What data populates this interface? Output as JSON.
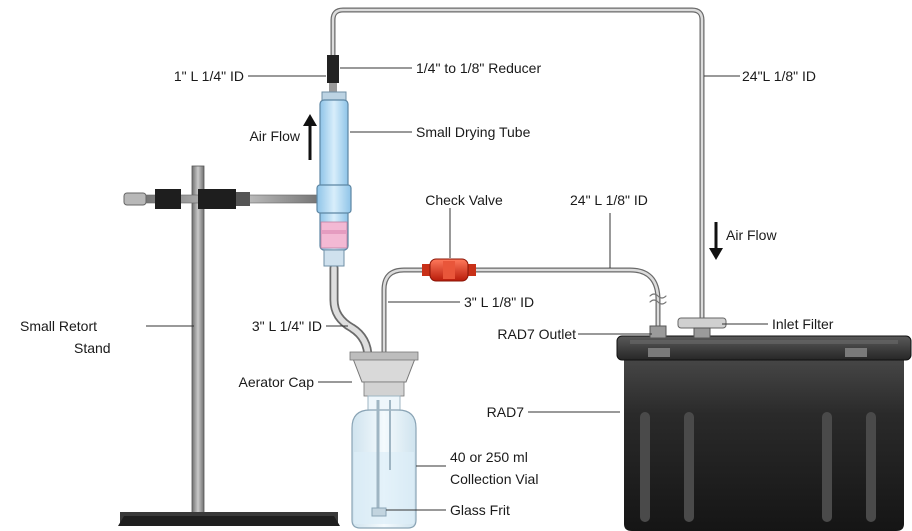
{
  "labels": {
    "l1": "1\" L 1/4\" ID",
    "reducer": "1/4\" to 1/8\" Reducer",
    "tube_top": "24\"L 1/8\" ID",
    "airflow_up": "Air Flow",
    "drying_tube": "Small Drying Tube",
    "check_valve": "Check Valve",
    "tube_mid": "24\" L 1/8\" ID",
    "airflow_down": "Air Flow",
    "short_tube": "3\" L 1/8\" ID",
    "retort_line1": "Small Retort",
    "retort_line2": "Stand",
    "tube_left": "3\" L 1/4\" ID",
    "rad7_outlet": "RAD7 Outlet",
    "inlet_filter": "Inlet Filter",
    "aerator_cap": "Aerator Cap",
    "rad7": "RAD7",
    "vial_line1": "40 or 250 ml",
    "vial_line2": "Collection Vial",
    "glass_frit": "Glass Frit"
  },
  "colors": {
    "tube": "#9a9a9a",
    "drying_tube": "#b9dcf3",
    "desiccant": "#f3b9d4",
    "check_valve": "#e23a1e",
    "rad7_body": "#2c2c2c",
    "stand": "#8f8f8f"
  }
}
